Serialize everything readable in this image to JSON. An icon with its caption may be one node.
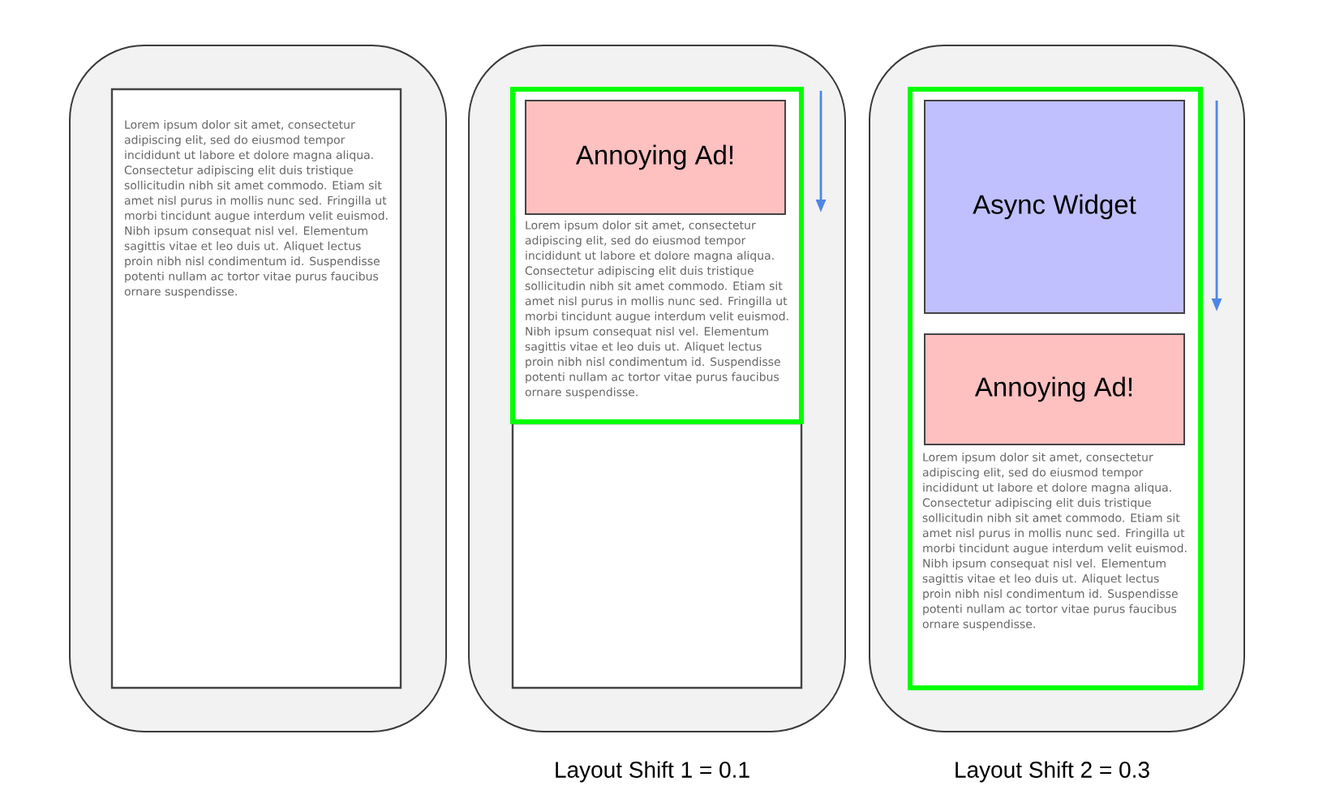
{
  "diagram": {
    "nodes": [
      {
        "text": [],
        "shape": "box"
      },
      {
        "text": [
          "Lorem ipsum dolor sit amet, consectetur adipiscing elit, sed do eiusmod tempor incididunt ut labore et dolore magna aliqua. Consectetur adipiscing elit duis tristique sollicitudin nibh sit amet commodo. Etiam sit amet nisl purus in mollis nunc sed. Fringilla ut morbi tincidunt augue interdum velit euismod. Nibh ipsum consequat nisl vel. Elementum sagittis vitae et leo duis ut. Aliquet lectus proin nibh nisl condimentum id. Suspendisse potenti nullam ac tortor vitae purus faucibus ornare suspendisse."
        ],
        "in": 0
      },
      {
        "text": [],
        "shape": "box",
        "beside": [
          "Layout Shift 1 = 0.1"
        ]
      },
      {
        "text": [
          "Lorem ipsum dolor sit amet, consectetur adipiscing elit, sed do eiusmod tempor incididunt ut labore et dolore magna aliqua. Consectetur adipiscing elit duis tristique sollicitudin nibh sit amet commodo. Etiam sit amet nisl purus in mollis nunc sed. Fringilla ut morbi tincidunt augue interdum velit euismod. Nibh ipsum consequat nisl vel. Elementum sagittis vitae et leo duis ut. Aliquet lectus proin nibh nisl condimentum id. Suspendisse potenti nullam ac tortor vitae purus faucibus ornare suspendisse."
        ],
        "in": 2
      },
      {
        "text": [
          "Annoying Ad!"
        ],
        "in": 3
      },
      {
        "text": [],
        "shape": "box",
        "in": 2
      },
      {
        "text": [],
        "shape": "box",
        "beside": [
          "Layout Shift 2 = 0.3"
        ]
      },
      {
        "text": [
          "Lorem ipsum dolor sit amet, consectetur adipiscing elit, sed do eiusmod tempor incididunt ut labore et dolore magna aliqua. Consectetur adipiscing elit duis tristique sollicitudin nibh sit amet commodo. Etiam sit amet nisl purus in mollis nunc sed. Fringilla ut morbi tincidunt augue interdum velit euismod. Nibh ipsum consequat nisl vel. Elementum sagittis vitae et leo duis ut. Aliquet lectus proin nibh nisl condimentum id. Suspendisse potenti nullam ac tortor vitae purus faucibus ornare suspendisse."
        ],
        "in": 6
      },
      {
        "text": [
          "Async Widget"
        ],
        "in": 7
      },
      {
        "text": [
          "Annoying Ad!"
        ],
        "in": 7
      }
    ]
  }
}
